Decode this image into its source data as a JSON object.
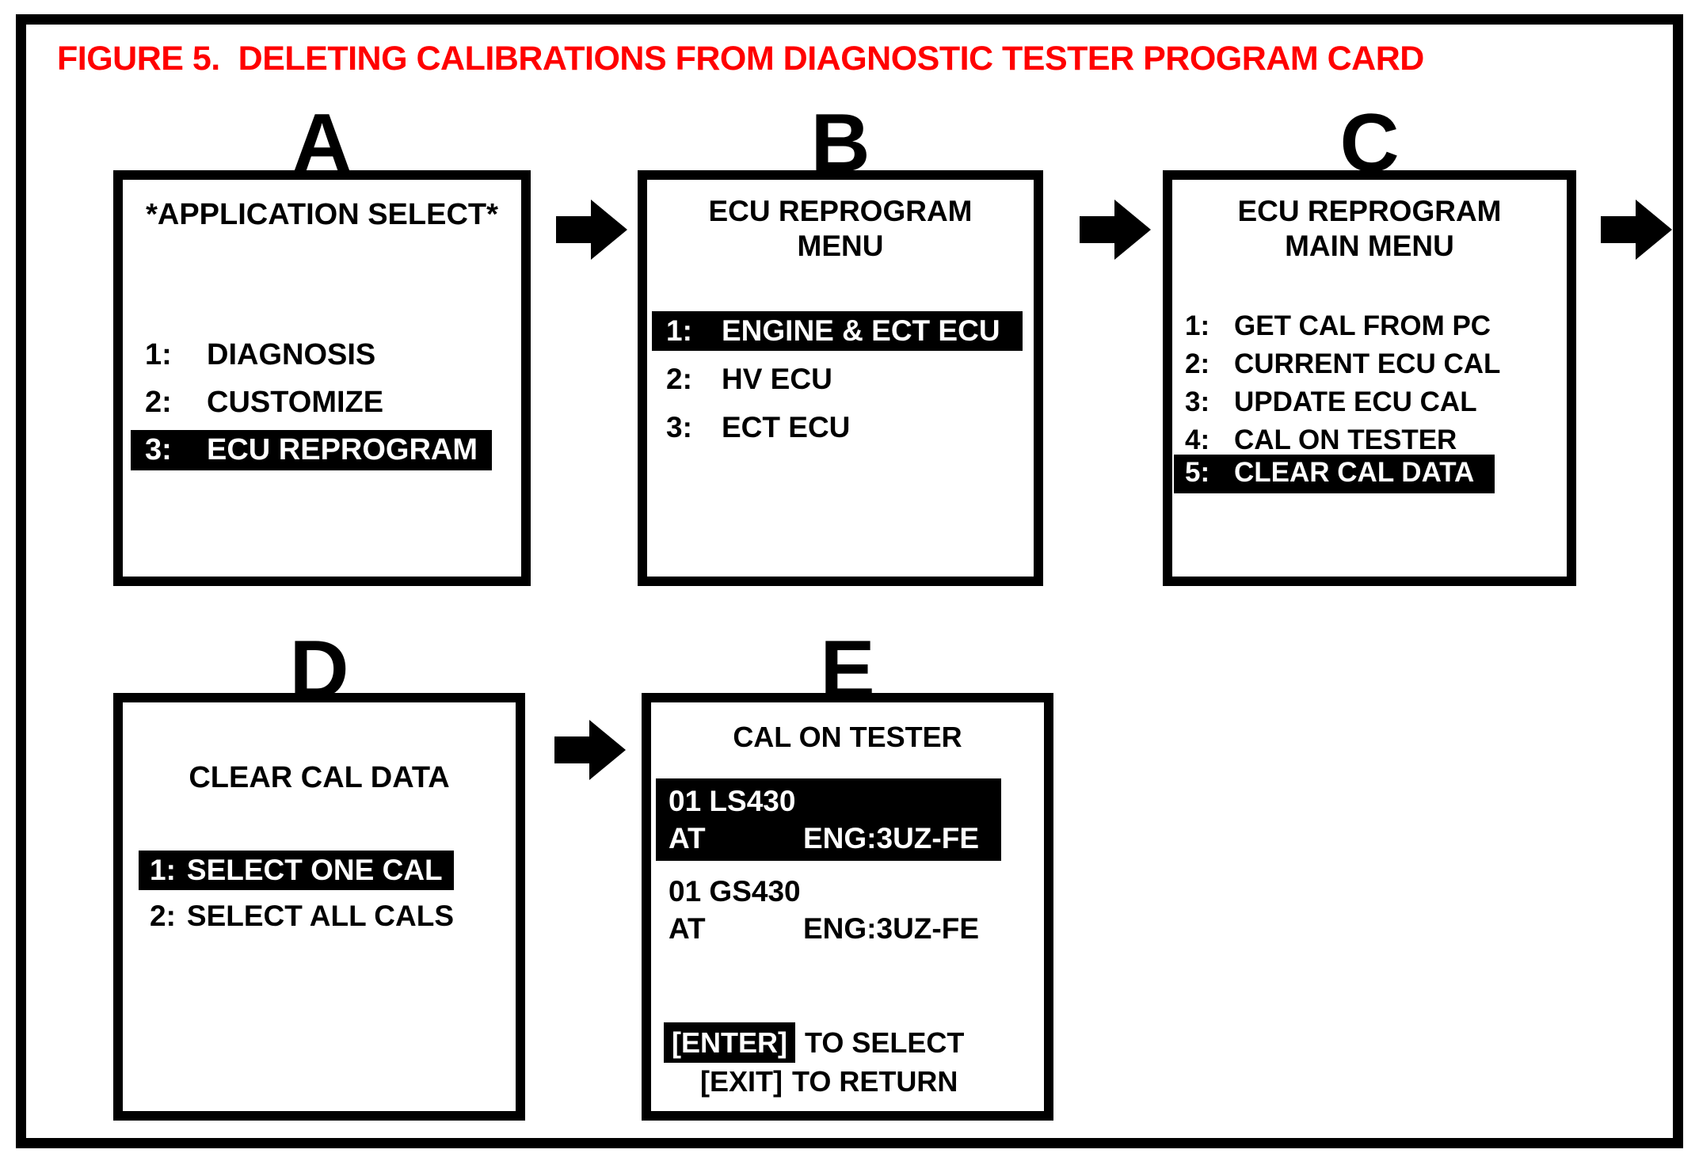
{
  "title": "FIGURE 5.  DELETING CALIBRATIONS FROM DIAGNOSTIC TESTER PROGRAM CARD",
  "colors": {
    "title": "#ff0000",
    "ink": "#000000",
    "paper": "#ffffff",
    "highlight_bg": "#000000",
    "highlight_text": "#ffffff"
  },
  "icons": {
    "flow_arrow": "right-block-arrow"
  },
  "panels": {
    "a": {
      "label": "A",
      "screen_title": "*APPLICATION SELECT*",
      "items": [
        {
          "num": "1:",
          "label": "DIAGNOSIS",
          "highlighted": false
        },
        {
          "num": "2:",
          "label": "CUSTOMIZE",
          "highlighted": false
        },
        {
          "num": "3:",
          "label": "ECU REPROGRAM",
          "highlighted": true
        }
      ]
    },
    "b": {
      "label": "B",
      "screen_title_line1": "ECU REPROGRAM",
      "screen_title_line2": "MENU",
      "items": [
        {
          "num": "1:",
          "label": "ENGINE & ECT ECU",
          "highlighted": true
        },
        {
          "num": "2:",
          "label": "HV ECU",
          "highlighted": false
        },
        {
          "num": "3:",
          "label": "ECT ECU",
          "highlighted": false
        }
      ]
    },
    "c": {
      "label": "C",
      "screen_title_line1": "ECU REPROGRAM",
      "screen_title_line2": "MAIN MENU",
      "items": [
        {
          "num": "1:",
          "label": "GET CAL FROM PC",
          "highlighted": false
        },
        {
          "num": "2:",
          "label": "CURRENT ECU CAL",
          "highlighted": false
        },
        {
          "num": "3:",
          "label": "UPDATE ECU CAL",
          "highlighted": false
        },
        {
          "num": "4:",
          "label": "CAL ON TESTER",
          "highlighted": false
        },
        {
          "num": "5:",
          "label": "CLEAR CAL DATA",
          "highlighted": true
        }
      ]
    },
    "d": {
      "label": "D",
      "screen_title": "CLEAR CAL DATA",
      "items": [
        {
          "num": "1:",
          "label": "SELECT ONE CAL",
          "highlighted": true
        },
        {
          "num": "2:",
          "label": "SELECT ALL CALS",
          "highlighted": false
        }
      ]
    },
    "e": {
      "label": "E",
      "screen_title": "CAL ON TESTER",
      "calibrations": [
        {
          "model": "01 LS430",
          "transmission": "AT",
          "engine": "ENG:3UZ-FE",
          "highlighted": true
        },
        {
          "model": "01 GS430",
          "transmission": "AT",
          "engine": "ENG:3UZ-FE",
          "highlighted": false
        }
      ],
      "footer": {
        "enter_key": "[ENTER]",
        "enter_action": "TO SELECT",
        "exit_key": "[EXIT]",
        "exit_action": "TO RETURN"
      }
    }
  }
}
